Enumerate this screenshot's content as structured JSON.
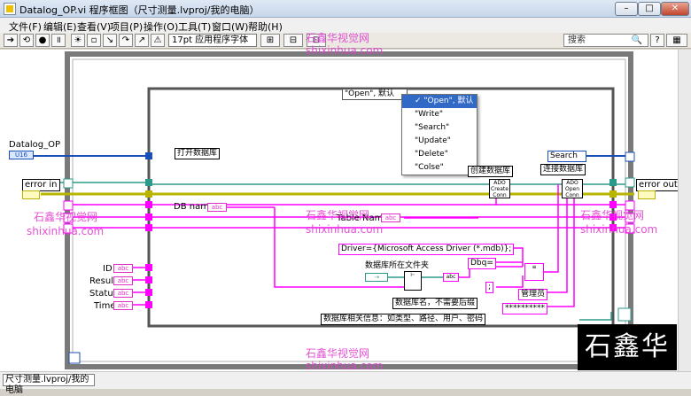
{
  "window": {
    "title": "Datalog_OP.vi 程序框图（尺寸测量.lvproj/我的电脑）"
  },
  "menu": [
    "文件(F)",
    "编辑(E)",
    "查看(V)",
    "项目(P)",
    "操作(O)",
    "工具(T)",
    "窗口(W)",
    "帮助(H)"
  ],
  "toolbar": {
    "font": "17pt 应用程序字体",
    "search_placeholder": "搜索"
  },
  "diagram": {
    "labels": {
      "datalog_op": "Datalog_OP",
      "error_in": "error in",
      "error_out": "error out",
      "db_name": "DB name",
      "open_db": "打开数据库",
      "table_name": "Table Name",
      "create_db": "创建数据库",
      "connect_db": "连接数据库",
      "folder": "数据库所在文件夹",
      "dbname_note": "数据库名，不需要后缀",
      "db_info": "数据库相关信息：如类型、路径、用户、密码",
      "id": "ID",
      "result": "Result",
      "status": "Status",
      "time": "Time"
    },
    "strings": {
      "driver": "Driver={Microsoft Access Driver (*.mdb)};",
      "dbq": "Dbq=",
      "semicolon": ";",
      "admin": "管理员",
      "password": "**********"
    },
    "case_selector": "\"Open\", 默认",
    "search_enum": "Search",
    "case_options": [
      "\"Open\", 默认",
      "\"Write\"",
      "\"Search\"",
      "\"Update\"",
      "\"Delete\"",
      "\"Colse\""
    ],
    "ado": {
      "create_label": "ADO\nCreate\nConn",
      "open_label": "ADO\nOpen\nConn"
    }
  },
  "status": {
    "path": "尺寸测量.lvproj/我的电脑"
  },
  "watermark": {
    "cn": "石鑫华视觉网",
    "url": "shixinhua.com",
    "logo": "石鑫华"
  },
  "colors": {
    "string_wire": "#ff00ff",
    "error_wire": "#b8b400",
    "enum_wire": "#1a4fb8",
    "frame": "#7a7a7a"
  }
}
